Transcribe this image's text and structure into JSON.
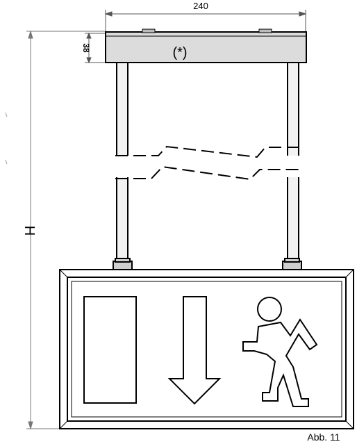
{
  "dimensions": {
    "width_label": "240",
    "height_label": "38",
    "total_height_label": "H"
  },
  "labels": {
    "asterisk_note": "(*)",
    "figure_caption": "Abb. 11"
  },
  "colors": {
    "line": "#000000",
    "dim_line": "#777777",
    "cap_fill": "#dcdcdc",
    "background": "#ffffff"
  },
  "sign": {
    "left_panel": "rectangle",
    "center_symbol": "down-arrow-icon",
    "right_symbol": "running-man-icon"
  }
}
